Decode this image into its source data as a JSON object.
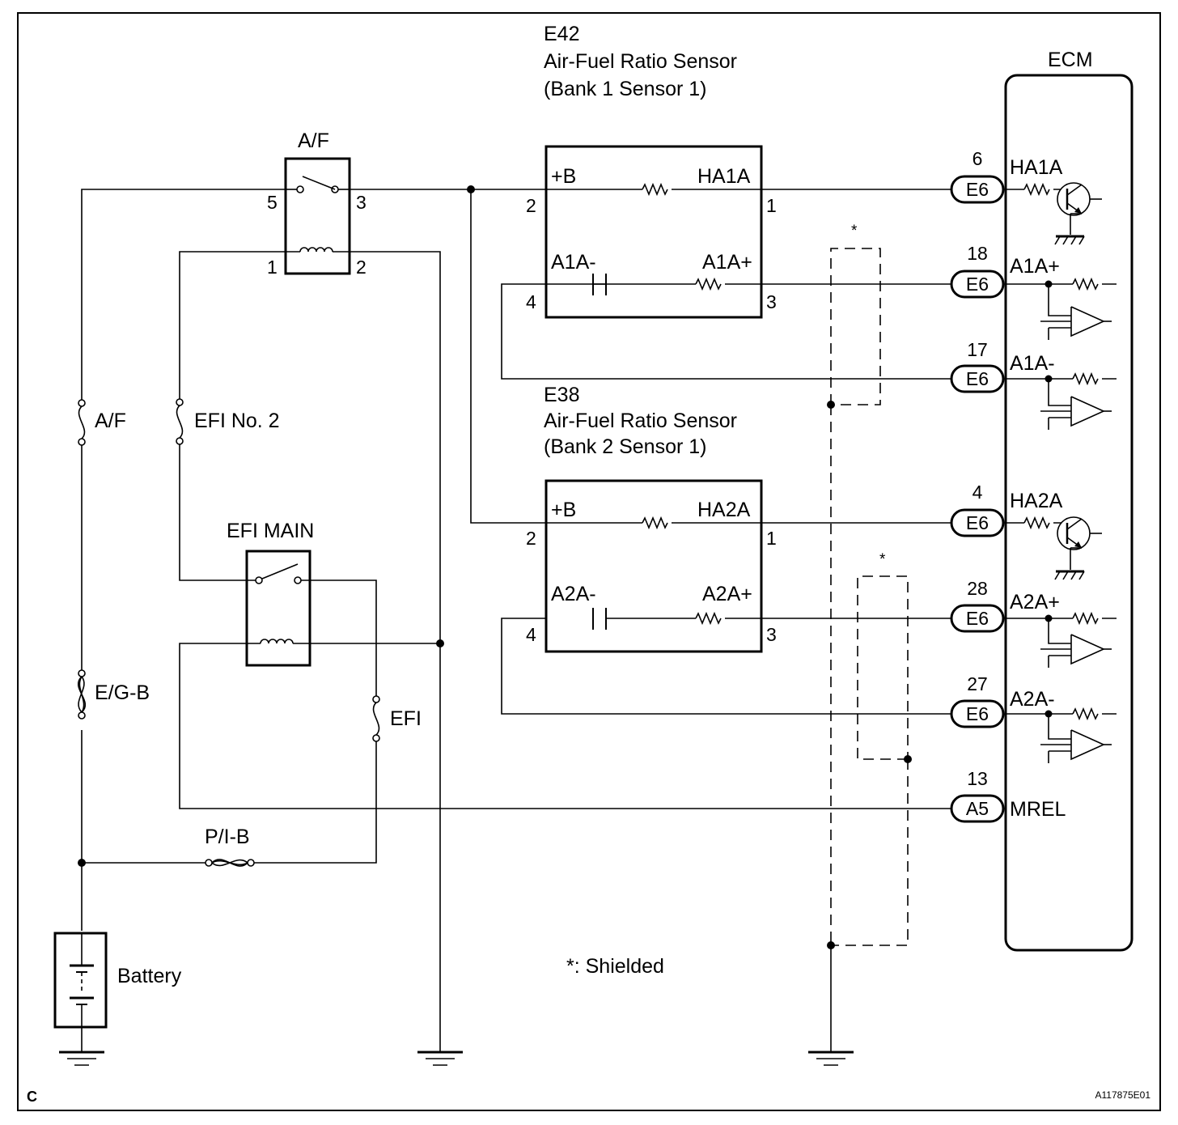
{
  "labels": {
    "sensor1_code": "E42",
    "sensor1_name": "Air-Fuel Ratio Sensor",
    "sensor1_pos": "(Bank 1 Sensor 1)",
    "sensor2_code": "E38",
    "sensor2_name": "Air-Fuel Ratio Sensor",
    "sensor2_pos": "(Bank 2 Sensor 1)",
    "ecm": "ECM",
    "af_relay": "A/F",
    "efi_main": "EFI MAIN",
    "fuse_af": "A/F",
    "fuse_efi2": "EFI No. 2",
    "fuse_egb": "E/G-B",
    "fuse_efi": "EFI",
    "fuse_pib": "P/I-B",
    "battery": "Battery",
    "shielded_note": "*: Shielded",
    "asterisk": "*",
    "corner": "C",
    "figure_id": "A117875E01"
  },
  "relay_af_pins": {
    "p5": "5",
    "p3": "3",
    "p1": "1",
    "p2": "2"
  },
  "sensor1": {
    "plusb": "+B",
    "heater": "HA1A",
    "neg": "A1A-",
    "pos": "A1A+",
    "p2": "2",
    "p1": "1",
    "p4": "4",
    "p3": "3"
  },
  "sensor2": {
    "plusb": "+B",
    "heater": "HA2A",
    "neg": "A2A-",
    "pos": "A2A+",
    "p2": "2",
    "p1": "1",
    "p4": "4",
    "p3": "3"
  },
  "ecm_terminals": [
    {
      "pin": "6",
      "connector": "E6",
      "signal": "HA1A"
    },
    {
      "pin": "18",
      "connector": "E6",
      "signal": "A1A+"
    },
    {
      "pin": "17",
      "connector": "E6",
      "signal": "A1A-"
    },
    {
      "pin": "4",
      "connector": "E6",
      "signal": "HA2A"
    },
    {
      "pin": "28",
      "connector": "E6",
      "signal": "A2A+"
    },
    {
      "pin": "27",
      "connector": "E6",
      "signal": "A2A-"
    },
    {
      "pin": "13",
      "connector": "A5",
      "signal": "MREL"
    }
  ]
}
